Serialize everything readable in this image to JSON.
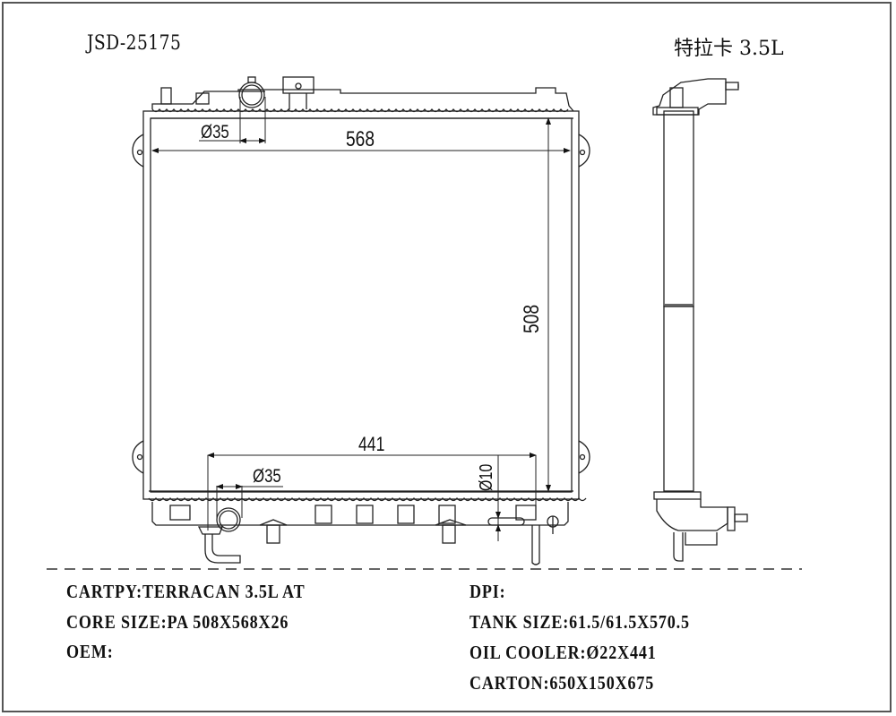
{
  "header": {
    "part_number": "JSD-25175",
    "model_title": "特拉卡 3.5L"
  },
  "dimensions": {
    "top_inlet_diameter": "Ø35",
    "width": "568",
    "height": "508",
    "oil_cooler_length": "441",
    "bottom_outlet_diameter": "Ø35",
    "oil_fitting_diameter": "Ø10"
  },
  "specs_left": [
    {
      "label": "CARTPY:",
      "value": "TERRACAN 3.5L AT"
    },
    {
      "label": "CORE SIZE:",
      "value": "PA 508X568X26"
    },
    {
      "label": "OEM:",
      "value": ""
    }
  ],
  "specs_right": [
    {
      "label": "DPI:",
      "value": ""
    },
    {
      "label": "TANK SIZE:",
      "value": "61.5/61.5X570.5"
    },
    {
      "label": "OIL COOLER:",
      "value": "Ø22X441"
    },
    {
      "label": "CARTON:",
      "value": "650X150X675"
    }
  ]
}
